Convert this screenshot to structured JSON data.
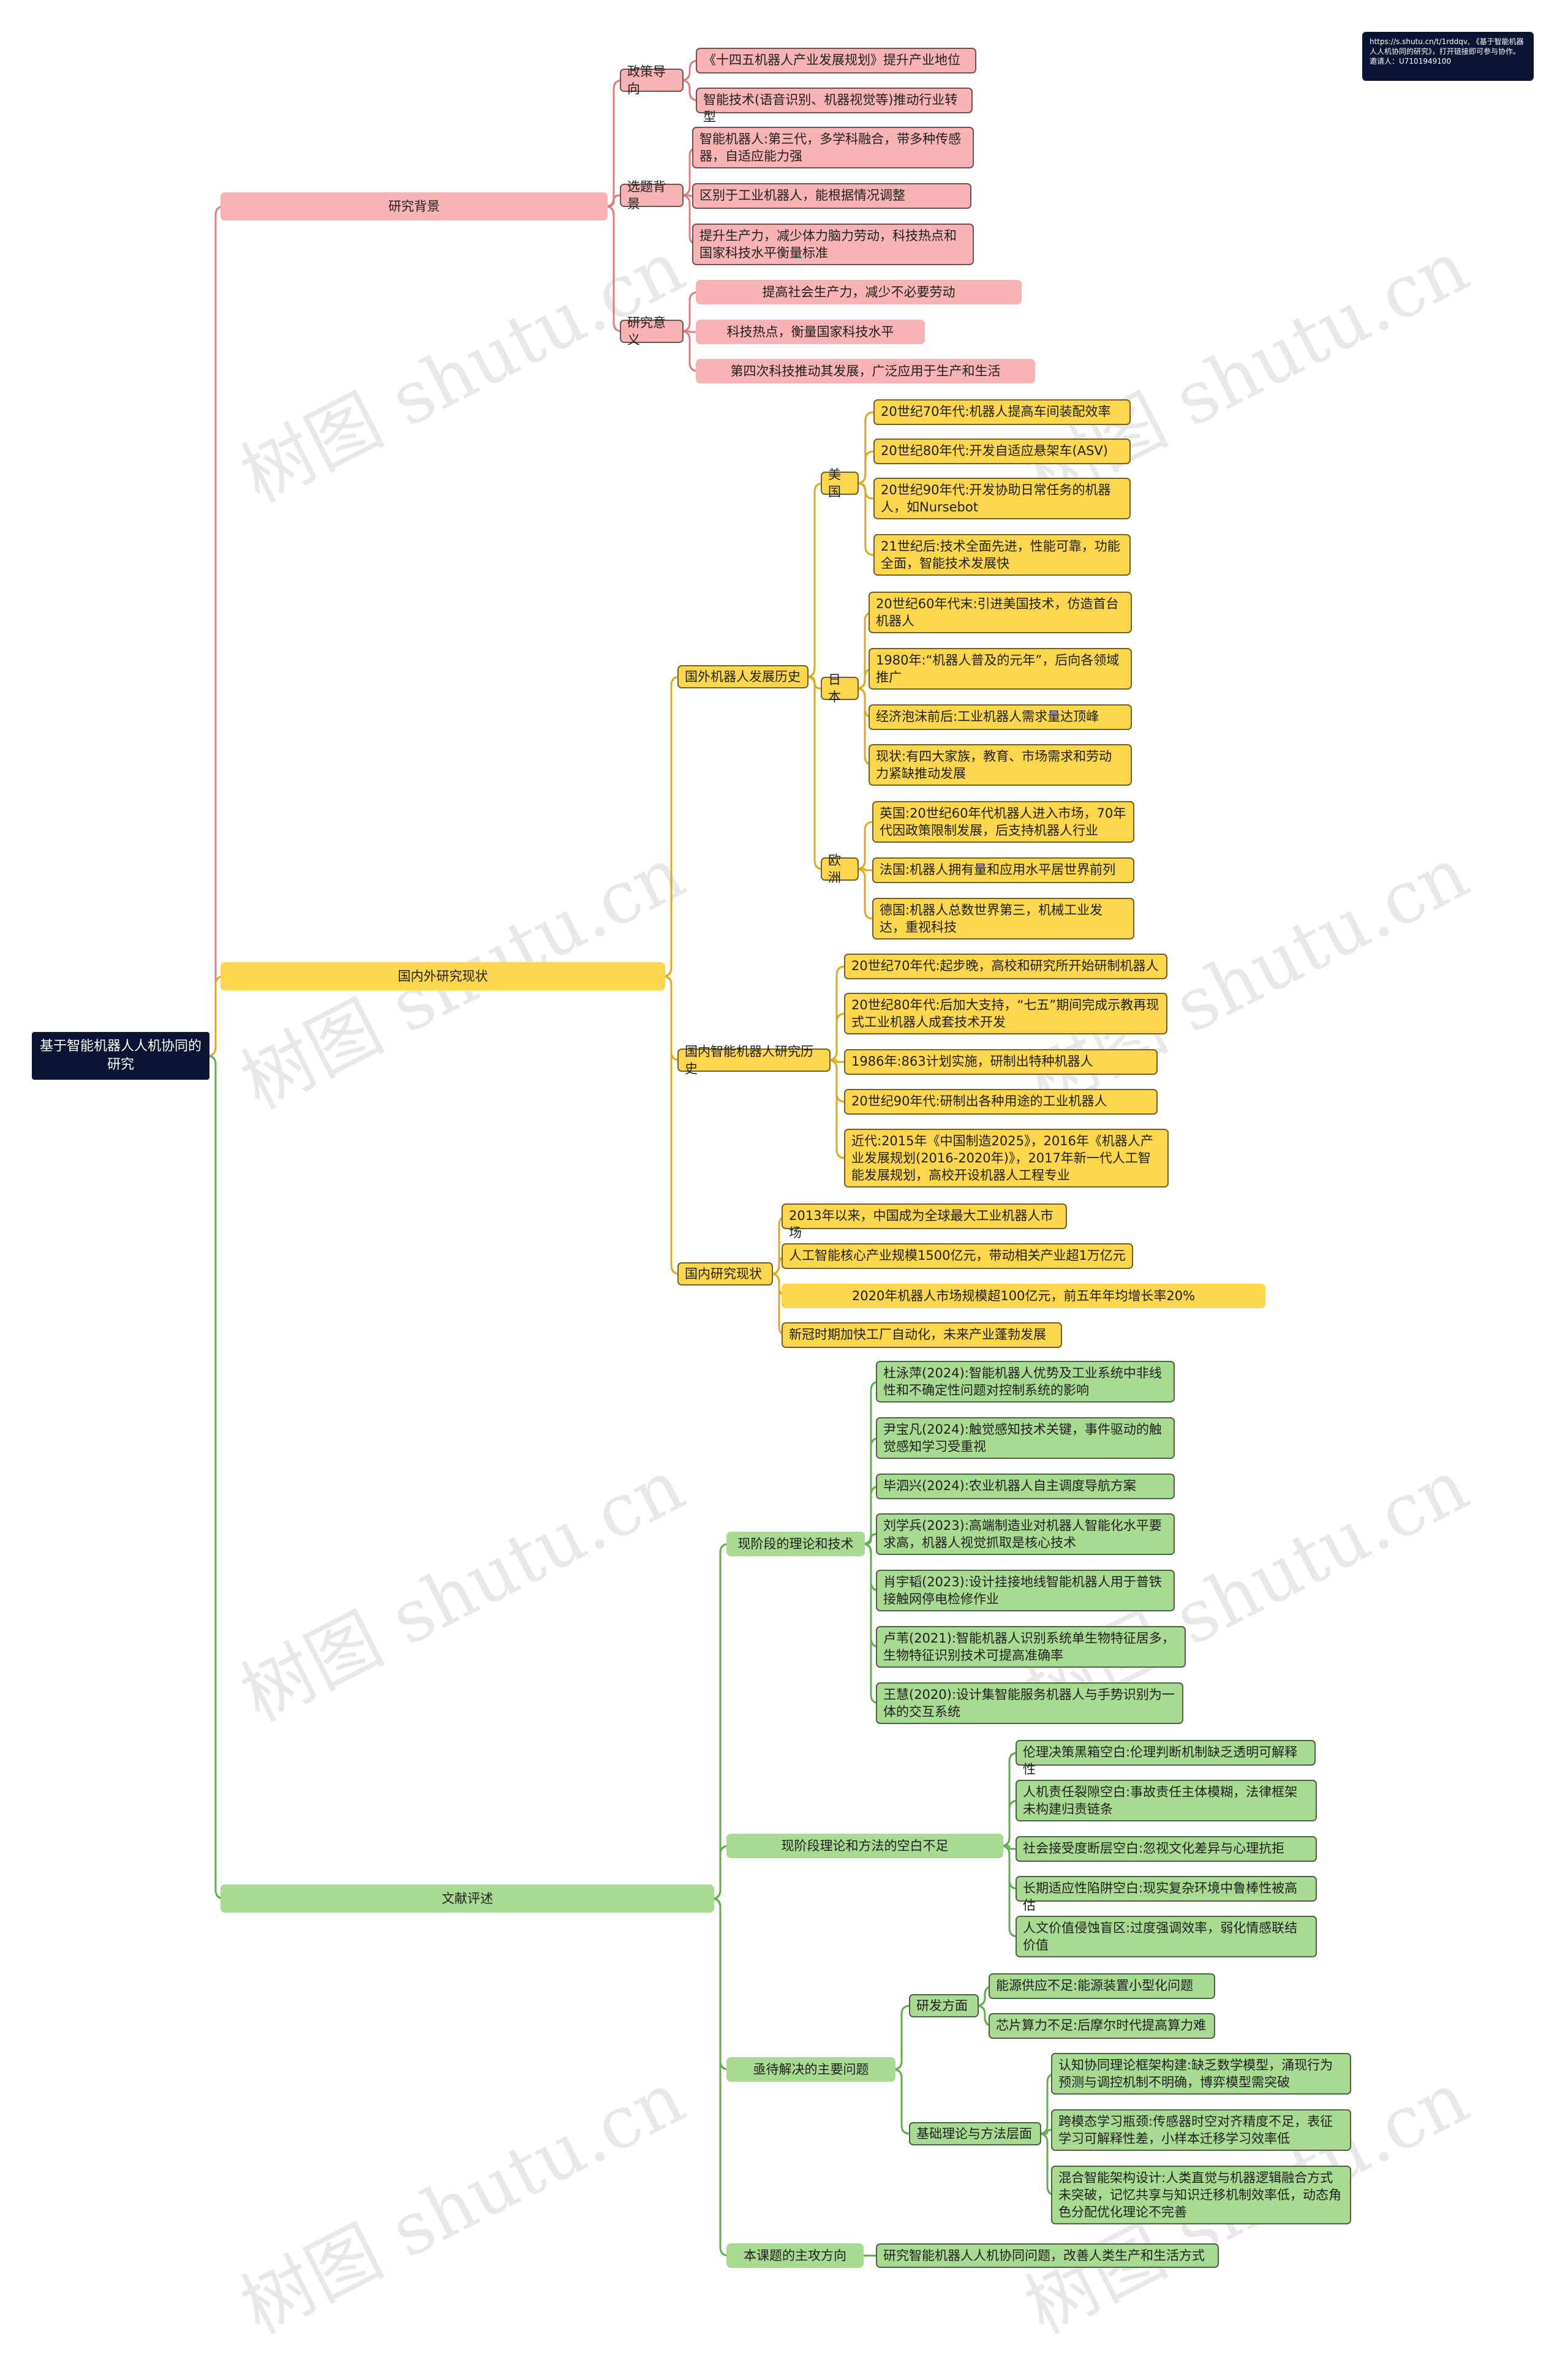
{
  "root": {
    "label": "基于智能机器人人机协同的研究"
  },
  "note": {
    "text": "https://s.shutu.cn/t/1rddqv, 《基于智能机器人人机协同的研究》，打开链接即可参与协作。邀请人：U7101949100"
  },
  "watermark": "树图 shutu.cn",
  "colors": {
    "research_background": "#f8b3b5",
    "status": "#fcd64d",
    "literature_review": "#a9da91",
    "root": "#0b1433"
  },
  "branches": {
    "background": {
      "label": "研究背景",
      "policy": {
        "label": "政策导向",
        "items": [
          "《十四五机器人产业发展规划》提升产业地位",
          "智能技术(语音识别、机器视觉等)推动行业转型"
        ]
      },
      "topic": {
        "label": "选题背景",
        "items": [
          "智能机器人:第三代，多学科融合，带多种传感器，自适应能力强",
          "区别于工业机器人，能根据情况调整",
          "提升生产力，减少体力脑力劳动，科技热点和国家科技水平衡量标准"
        ]
      },
      "significance": {
        "label": "研究意义",
        "items": [
          "提高社会生产力，减少不必要劳动",
          "科技热点，衡量国家科技水平",
          "第四次科技推动其发展，广泛应用于生产和生活"
        ]
      }
    },
    "status": {
      "label": "国内外研究现状",
      "foreign": {
        "label": "国外机器人发展历史",
        "usa": {
          "label": "美国",
          "items": [
            "20世纪70年代:机器人提高车间装配效率",
            "20世纪80年代:开发自适应悬架车(ASV)",
            "20世纪90年代:开发协助日常任务的机器人，如Nursebot",
            "21世纪后:技术全面先进，性能可靠，功能全面，智能技术发展快"
          ]
        },
        "japan": {
          "label": "日本",
          "items": [
            "20世纪60年代末:引进美国技术，仿造首台机器人",
            "1980年:“机器人普及的元年”，后向各领域推广",
            "经济泡沫前后:工业机器人需求量达顶峰",
            "现状:有四大家族，教育、市场需求和劳动力紧缺推动发展"
          ]
        },
        "europe": {
          "label": "欧洲",
          "items": [
            "英国:20世纪60年代机器人进入市场，70年代因政策限制发展，后支持机器人行业",
            "法国:机器人拥有量和应用水平居世界前列",
            "德国:机器人总数世界第三，机械工业发达，重视科技"
          ]
        }
      },
      "domestic_history": {
        "label": "国内智能机器人研究历史",
        "items": [
          "20世纪70年代:起步晚，高校和研究所开始研制机器人",
          "20世纪80年代:后加大支持，“七五”期间完成示教再现式工业机器人成套技术开发",
          "1986年:863计划实施，研制出特种机器人",
          "20世纪90年代:研制出各种用途的工业机器人",
          "近代:2015年《中国制造2025》，2016年《机器人产业发展规划(2016-2020年)》，2017年新一代人工智能发展规划，高校开设机器人工程专业"
        ]
      },
      "domestic_status": {
        "label": "国内研究现状",
        "items": [
          "2013年以来，中国成为全球最大工业机器人市场",
          "人工智能核心产业规模1500亿元，带动相关产业超1万亿元",
          "2020年机器人市场规模超100亿元，前五年年均增长率20%",
          "新冠时期加快工厂自动化，未来产业蓬勃发展"
        ]
      }
    },
    "review": {
      "label": "文献评述",
      "theory": {
        "label": "现阶段的理论和技术",
        "items": [
          "杜泳萍(2024):智能机器人优势及工业系统中非线性和不确定性问题对控制系统的影响",
          "尹宝凡(2024):触觉感知技术关键，事件驱动的触觉感知学习受重视",
          "毕泗兴(2024):农业机器人自主调度导航方案",
          "刘学兵(2023):高端制造业对机器人智能化水平要求高，机器人视觉抓取是核心技术",
          "肖宇韬(2023):设计挂接地线智能机器人用于普铁接触网停电检修作业",
          "卢苇(2021):智能机器人识别系统单生物特征居多，生物特征识别技术可提高准确率",
          "王慧(2020):设计集智能服务机器人与手势识别为一体的交互系统"
        ]
      },
      "gaps": {
        "label": "现阶段理论和方法的空白不足",
        "items": [
          "伦理决策黑箱空白:伦理判断机制缺乏透明可解释性",
          "人机责任裂隙空白:事故责任主体模糊，法律框架未构建归责链条",
          "社会接受度断层空白:忽视文化差异与心理抗拒",
          "长期适应性陷阱空白:现实复杂环境中鲁棒性被高估",
          "人文价值侵蚀盲区:过度强调效率，弱化情感联结价值"
        ]
      },
      "problems": {
        "label": "亟待解决的主要问题",
        "rd": {
          "label": "研发方面",
          "items": [
            "能源供应不足:能源装置小型化问题",
            "芯片算力不足:后摩尔时代提高算力难"
          ]
        },
        "basic": {
          "label": "基础理论与方法层面",
          "items": [
            "认知协同理论框架构建:缺乏数学模型，涌现行为预测与调控机制不明确，博弈模型需突破",
            "跨模态学习瓶颈:传感器时空对齐精度不足，表征学习可解释性差，小样本迁移学习效率低",
            "混合智能架构设计:人类直觉与机器逻辑融合方式未突破，记忆共享与知识迁移机制效率低，动态角色分配优化理论不完善"
          ]
        }
      },
      "direction": {
        "label": "本课题的主攻方向",
        "items": [
          "研究智能机器人人机协同问题，改善人类生产和生活方式"
        ]
      }
    }
  }
}
